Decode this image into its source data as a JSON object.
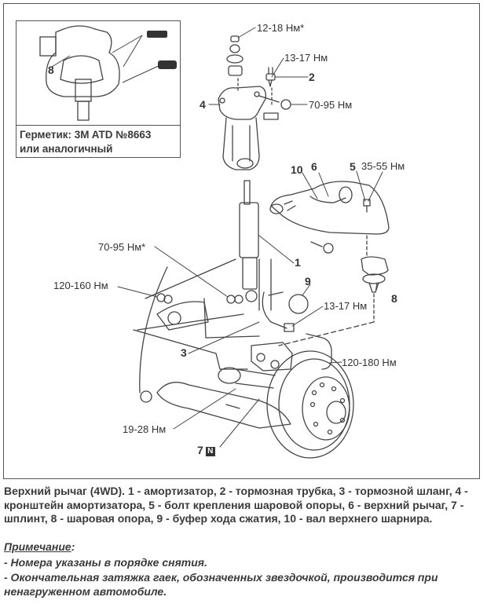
{
  "figure": {
    "inset": {
      "part_label": "8",
      "caption_line1": "Герметик: 3M ATD №8663",
      "caption_line2": "или аналогичный",
      "icons": [
        "sealant-tube-icon",
        "sealant-gun-icon"
      ]
    },
    "torque_labels": {
      "t_12_18": "12-18 Нм*",
      "t_13_17_top": "13-17 Нм",
      "t_70_95_top": "70-95 Нм",
      "t_35_55": "35-55 Нм",
      "t_70_95_star": "70-95 Нм*",
      "t_120_160": "120-160 Нм",
      "t_13_17_mid": "13-17 Нм",
      "t_120_180": "120-180 Нм",
      "t_19_28": "19-28 Нм"
    },
    "part_numbers": {
      "p1": "1",
      "p2": "2",
      "p3": "3",
      "p4": "4",
      "p5": "5",
      "p6": "6",
      "p7": "7",
      "p8": "8",
      "p9": "9",
      "p10": "10"
    },
    "new_part_badge": "N"
  },
  "caption": {
    "text": "Верхний рычаг (4WD). 1 - амортизатор, 2 - тормозная трубка, 3 - тормозной шланг, 4 - кронштейн амортизатора, 5 - болт крепления шаровой опоры, 6 - верхний рычаг, 7 - шплинт, 8 - шаровая опора, 9 - буфер хода сжатия, 10 - вал верхнего шарнира."
  },
  "note": {
    "title": "Примечание",
    "title_suffix": ":",
    "items": [
      "- Номера указаны в порядке снятия.",
      "- Окончательная затяжка гаек, обозначенных звездочкой, производится при ненагруженном автомобиле."
    ]
  }
}
